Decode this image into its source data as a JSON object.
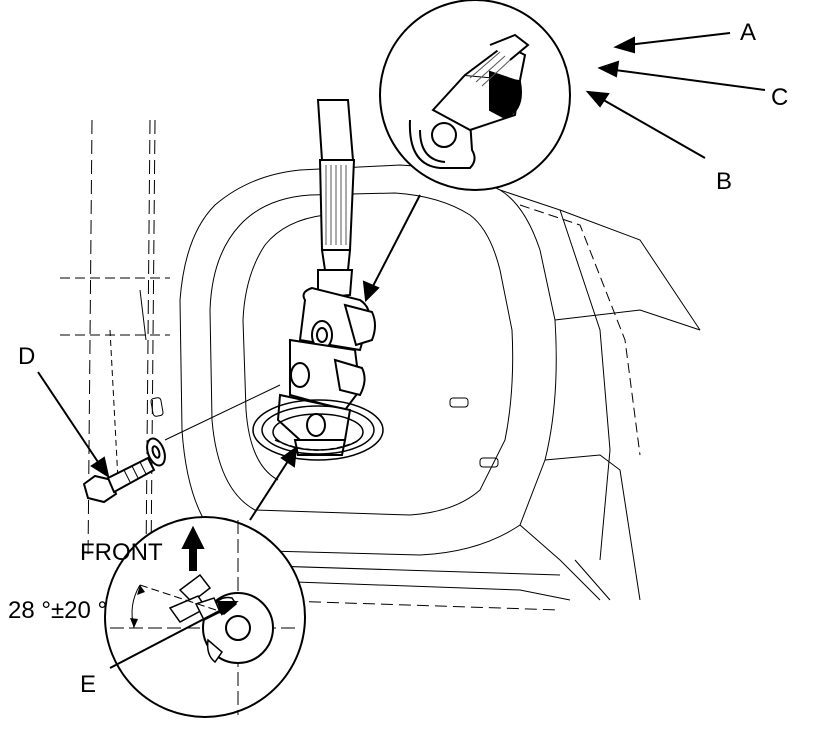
{
  "labels": {
    "a": "A",
    "b": "B",
    "c": "C",
    "d": "D",
    "e": "E",
    "front": "FRONT",
    "angle": "28 °±20 °"
  },
  "colors": {
    "line": "#000000",
    "fill": "#ffffff",
    "knurl": "#555555"
  }
}
